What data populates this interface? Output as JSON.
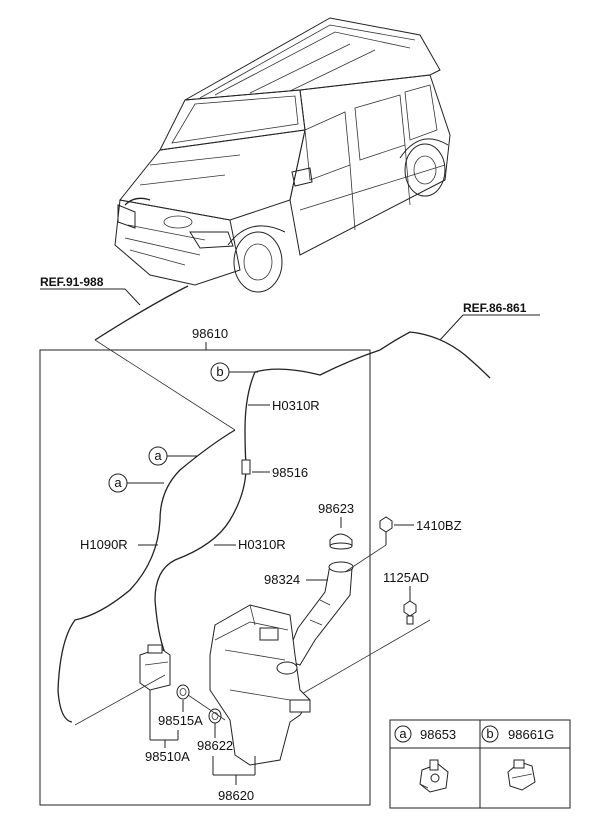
{
  "references": {
    "ref_left": "REF.91-988",
    "ref_right": "REF.86-861"
  },
  "parts": {
    "p98610": "98610",
    "p_H0310R_top": "H0310R",
    "p98516": "98516",
    "p_H1090R": "H1090R",
    "p_H0310R_mid": "H0310R",
    "p98623": "98623",
    "p1410BZ": "1410BZ",
    "p98324": "98324",
    "p1125AD": "1125AD",
    "p98515A": "98515A",
    "p98510A": "98510A",
    "p98622": "98622",
    "p98620": "98620"
  },
  "callouts": {
    "a": "a",
    "b": "b"
  },
  "legend": {
    "items": [
      {
        "tag": "a",
        "part": "98653"
      },
      {
        "tag": "b",
        "part": "98661G"
      }
    ]
  }
}
